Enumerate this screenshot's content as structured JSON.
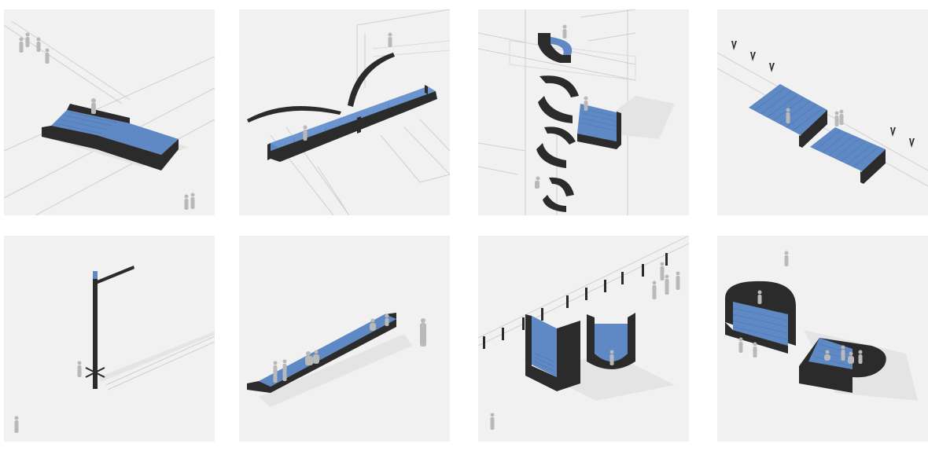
{
  "colors": {
    "panel_background": "#f1f1f1",
    "module_blue": "#5f89c4",
    "module_black": "#2b2b2b",
    "figure_gray": "#b9b9b9",
    "linework_gray": "#cfcfcf"
  },
  "panels": [
    {
      "name": "stair-bridge-ramp",
      "row": 1,
      "col": 1
    },
    {
      "name": "canal-bridge-arcs",
      "row": 1,
      "col": 2
    },
    {
      "name": "spiral-ribbon-stair",
      "row": 1,
      "col": 3
    },
    {
      "name": "split-stepped-seating",
      "row": 1,
      "col": 4
    },
    {
      "name": "street-lamp-post",
      "row": 2,
      "col": 1
    },
    {
      "name": "long-bench",
      "row": 2,
      "col": 2
    },
    {
      "name": "u-shaped-shelters",
      "row": 2,
      "col": 3
    },
    {
      "name": "rounded-stepped-platforms",
      "row": 2,
      "col": 4
    }
  ]
}
